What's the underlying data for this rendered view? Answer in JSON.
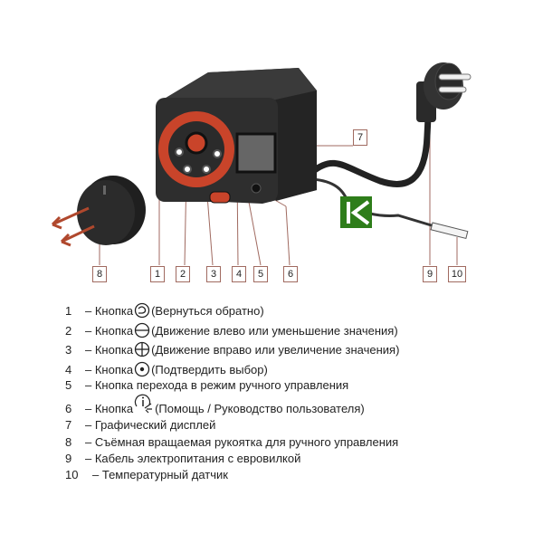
{
  "callouts": [
    "1",
    "2",
    "3",
    "4",
    "5",
    "6",
    "7",
    "8",
    "9",
    "10"
  ],
  "logo_text": "K",
  "colors": {
    "accent": "#c9442a",
    "body": "#2a2a2a",
    "logo": "#2e7d1a",
    "leader": "#a06a60"
  },
  "legend": [
    {
      "num": "1",
      "dash": "–",
      "prefix": "Кнопка",
      "icon": "back-icon",
      "text": "(Вернуться обратно)"
    },
    {
      "num": "2",
      "dash": "–",
      "prefix": "Кнопка",
      "icon": "minus-icon",
      "text": "(Движение влево или уменьшение значения)"
    },
    {
      "num": "3",
      "dash": "–",
      "prefix": "Кнопка",
      "icon": "plus-icon",
      "text": "(Движение вправо или увеличение значения)"
    },
    {
      "num": "4",
      "dash": "–",
      "prefix": "Кнопка",
      "icon": "confirm-icon",
      "text": "(Подтвердить выбор)"
    },
    {
      "num": "5",
      "dash": "–",
      "text": "Кнопка перехода в режим ручного управления"
    },
    {
      "num": "6",
      "dash": "–",
      "prefix": "Кнопка",
      "icon": "info-icon",
      "text": "(Помощь / Руководство пользователя)"
    },
    {
      "num": "7",
      "dash": "–",
      "text": "Графический дисплей"
    },
    {
      "num": "8",
      "dash": "–",
      "text": "Съёмная вращаемая рукоятка для ручного управления"
    },
    {
      "num": "9",
      "dash": "–",
      "text": "Кабель электропитания с евровилкой"
    },
    {
      "num": "10",
      "dash": "–",
      "text": "Температурный датчик"
    }
  ]
}
